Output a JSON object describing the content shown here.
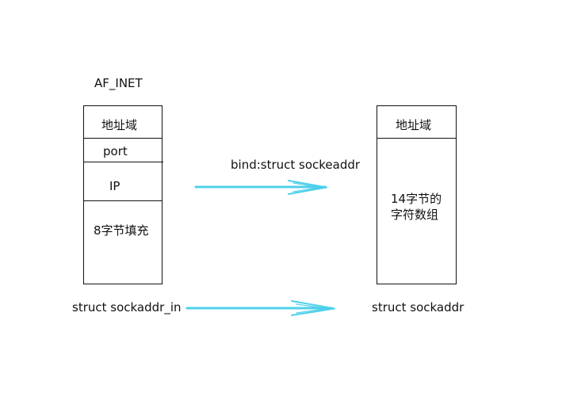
{
  "left": {
    "title": "AF_INET",
    "fields": {
      "address_family": "地址域",
      "port": "port",
      "ip": "IP",
      "padding": "8字节填充"
    },
    "struct_name": "struct sockaddr_in"
  },
  "right": {
    "fields": {
      "address_family": "地址域",
      "data_line1": "14字节的",
      "data_line2": "字符数组"
    },
    "struct_name": "struct sockaddr"
  },
  "arrow_top_label": "bind:struct sockeaddr",
  "colors": {
    "arrow": "#4fd0ea",
    "border": "#111111"
  }
}
